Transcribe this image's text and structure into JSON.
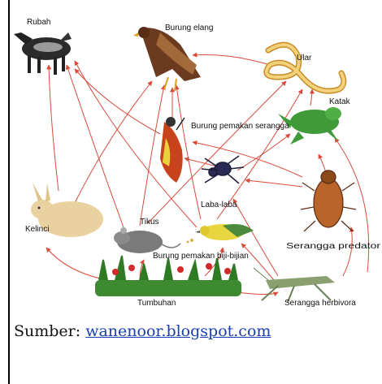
{
  "diagram": {
    "organisms": {
      "fox": "Rubah",
      "eagle": "Burung elang",
      "snake": "Ular",
      "insectivore_bird": "Burung pemakan serangga",
      "frog": "Katak",
      "spider": "Laba-laba",
      "rabbit": "Kelinci",
      "rat": "Tikus",
      "seed_bird": "Burung pemakan biji-bijian",
      "predator_insect": "Serangga predator",
      "plants": "Tumbuhan",
      "herbivore_insect": "Serangga herbivora"
    },
    "arrow_color": "#d94a3a"
  },
  "source": {
    "prefix": "Sumber:",
    "link": "wanenoor.blogspot.com"
  }
}
